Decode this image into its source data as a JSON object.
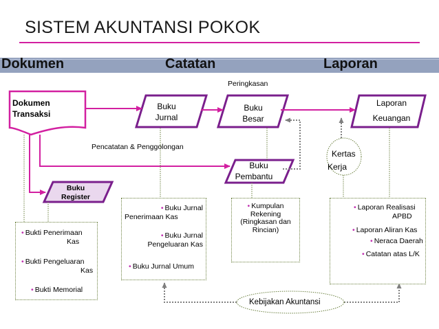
{
  "title": "SISTEM AKUNTANSI POKOK",
  "headers": {
    "dokumen": "Dokumen",
    "catatan": "Catatan",
    "laporan": "Laporan"
  },
  "nodes": {
    "dokumen_transaksi": [
      "Dokumen",
      "Transaksi"
    ],
    "buku_jurnal": [
      "Buku",
      "Jurnal"
    ],
    "buku_besar": [
      "Buku",
      "Besar"
    ],
    "buku_pembantu": [
      "Buku",
      "Pembantu"
    ],
    "buku_register": [
      "Buku",
      "Register"
    ],
    "laporan_keuangan": [
      "Laporan",
      "Keuangan"
    ],
    "kertas_kerja": [
      "Kertas",
      "Kerja"
    ],
    "kebijakan_akuntansi": "Kebijakan Akuntansi"
  },
  "edge_labels": {
    "peringkasan": "Peringkasan",
    "pencatatan": "Pencatatan & Penggolongan"
  },
  "dokumen_list": [
    [
      "Bukti Penerimaan",
      "Kas"
    ],
    [
      "Bukti Pengeluaran",
      "Kas"
    ],
    [
      "Bukti  Memorial"
    ]
  ],
  "jurnal_list": [
    [
      "Buku  Jurnal",
      "Penerimaan Kas"
    ],
    [
      "Buku Jurnal",
      "Pengeluaran Kas"
    ],
    [
      "Buku Jurnal Umum"
    ]
  ],
  "besar_list": [
    "Kumpulan",
    "Rekening",
    "(Ringkasan dan",
    "Rincian)"
  ],
  "laporan_list": [
    [
      "Laporan Realisasi",
      "APBD"
    ],
    [
      "Laporan Aliran Kas"
    ],
    [
      "Neraca Daerah"
    ],
    [
      "Catatan atas L/K"
    ]
  ],
  "colors": {
    "accent": "#d21fa0",
    "header_band": "#94a2be",
    "parallelogram_stroke": "#7a1f8c",
    "dotted_border": "#6a7f3e",
    "dotted_arrow": "#7f7f7f"
  }
}
